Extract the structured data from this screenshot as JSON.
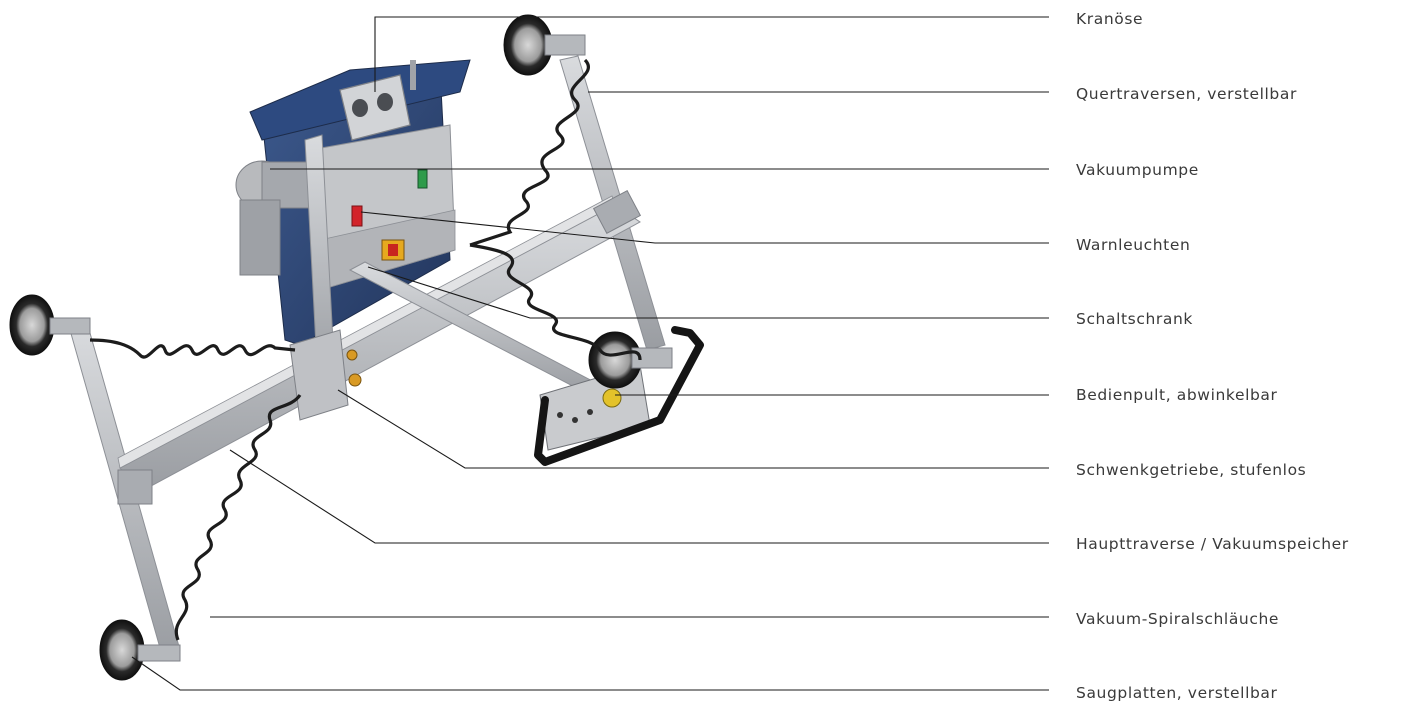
{
  "labels": [
    {
      "id": "kranoese",
      "text": "Kranöse"
    },
    {
      "id": "quertraversen",
      "text": "Quertraversen, verstellbar"
    },
    {
      "id": "vakuumpumpe",
      "text": "Vakuumpumpe"
    },
    {
      "id": "warnleuchten",
      "text": "Warnleuchten"
    },
    {
      "id": "schaltschrank",
      "text": "Schaltschrank"
    },
    {
      "id": "bedienpult",
      "text": "Bedienpult, abwinkelbar"
    },
    {
      "id": "schwenkgetriebe",
      "text": "Schwenkgetriebe, stufenlos"
    },
    {
      "id": "haupttraverse",
      "text": "Haupttraverse / Vakuumspeicher"
    },
    {
      "id": "spiralschlaeuche",
      "text": "Vakuum-Spiralschläuche"
    },
    {
      "id": "saugplatten",
      "text": "Saugplatten, verstellbar"
    }
  ],
  "colors": {
    "frame": "#b9bcc1",
    "frame_dark": "#8d9096",
    "cabinet_blue": "#2f4673",
    "cabinet_grey": "#c8cacd",
    "hose": "#1c1c1c",
    "suction_pad": "#2a2a2a",
    "handle": "#151515",
    "warn_red": "#d2232a",
    "warn_green": "#2e9b4a",
    "knob_yellow": "#e3c22a"
  }
}
